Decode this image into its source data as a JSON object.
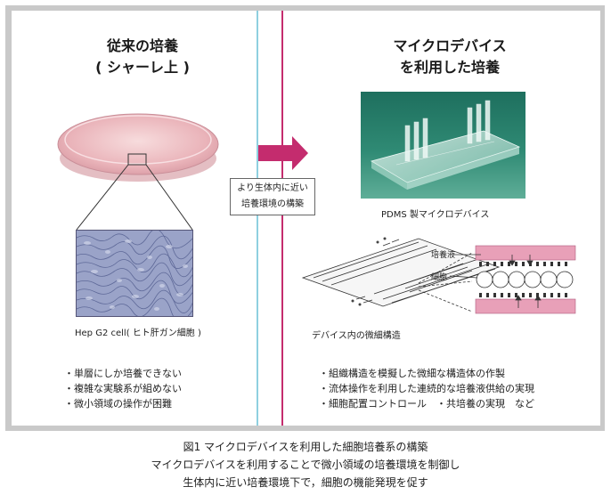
{
  "left": {
    "title_line1": "従来の培養",
    "title_line2": "( シャーレ上 )",
    "micrograph_label": "Hep G2 cell( ヒト肝ガン細胞 )",
    "bullets": [
      "・単層にしか培養できない",
      "・複雑な実験系が組めない",
      "・微小領域の操作が困難"
    ]
  },
  "right": {
    "title_line1": "マイクロデバイス",
    "title_line2": "を利用した培養",
    "photo_label": "PDMS 製マイクロデバイス",
    "structure_label": "デバイス内の微細構造",
    "medium_label": "培養液",
    "cell_label": "細胞",
    "bullets": [
      "・組織構造を模擬した微細な構造体の作製",
      "・流体操作を利用した連続的な培養液供給の実現",
      "・細胞配置コントロール　・共培養の実現　など"
    ]
  },
  "arrow": {
    "line1": "より生体内に近い",
    "line2": "培養環境の構築"
  },
  "caption": {
    "line1": "図1 マイクロデバイスを利用した細胞培養系の構築",
    "line2": "マイクロデバイスを利用することで微小領域の培養環境を制御し",
    "line3": "生体内に近い培養環境下で，細胞の機能発現を促す"
  },
  "colors": {
    "frame": "#c9c9c9",
    "accent_magenta": "#c42c6e",
    "accent_cyan": "#8fd0e0",
    "dish_pink": "#f0c3c7",
    "channel_pink": "#e8a0b8"
  }
}
